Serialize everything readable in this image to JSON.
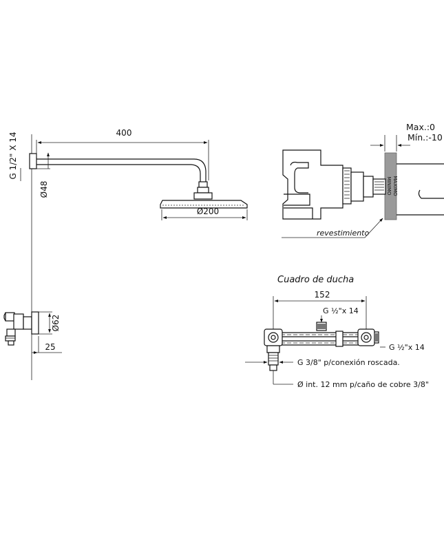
{
  "shower_arm": {
    "dim_length": "400",
    "dim_thread": "G 1/2\" X 14",
    "dim_flange": "Ø48",
    "dim_head": "Ø200"
  },
  "mixer_valve": {
    "dim_body": "Ø62",
    "dim_depth": "25"
  },
  "wall_section": {
    "max_label": "Max.:0",
    "min_label": "Mín.:-10",
    "minimo_text": "MINIMO",
    "maximo_text": "MAXIMO",
    "revestimiento_label": "revestimiento"
  },
  "cuadro": {
    "title": "Cuadro de ducha",
    "dim_width": "152",
    "thread_top": "G ½\"x 14",
    "thread_right": "G ½\"x 14",
    "thread_bottom": "G 3/8\" p/conexión roscada.",
    "pipe_note": "Ø int. 12 mm p/caño de cobre 3/8\""
  }
}
